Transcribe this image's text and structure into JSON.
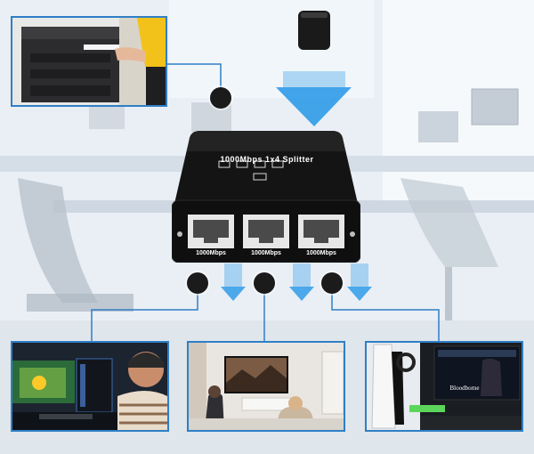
{
  "device": {
    "title": "1000Mbps 1x4 Splitter",
    "ports": [
      "1000Mbps",
      "1000Mbps",
      "1000Mbps"
    ]
  },
  "panels": {
    "gaming_game_title": "Bloodborne"
  },
  "colors": {
    "frame": "#2f7fc6",
    "arrow": "#2f9be8",
    "device_body": "#141414"
  }
}
